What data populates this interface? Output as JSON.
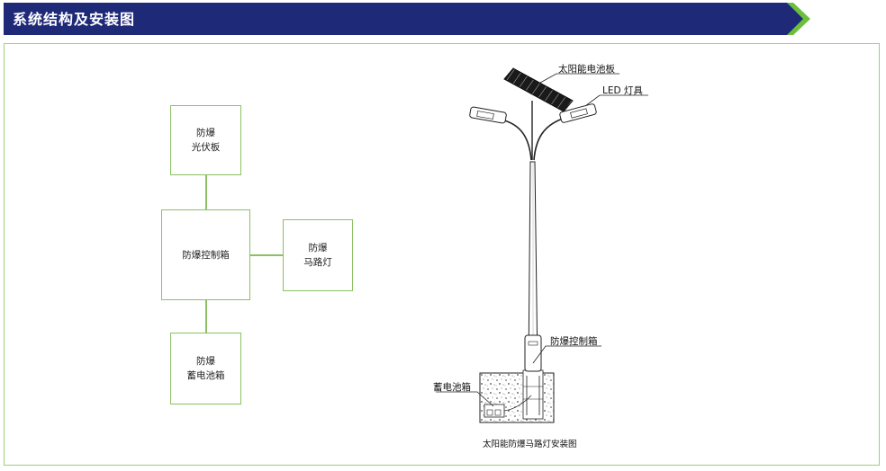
{
  "header": {
    "title": "系统结构及安装图",
    "colors": {
      "banner": "#1e2a78",
      "arrow": "#6cbf3a",
      "border": "#9fcf7a"
    }
  },
  "diagram": {
    "panel": {
      "line1": "防爆",
      "line2": "光伏板"
    },
    "controller": {
      "label": "防爆控制箱"
    },
    "lamp": {
      "line1": "防爆",
      "line2": "马路灯"
    },
    "battery": {
      "line1": "防爆",
      "line2": "蓄电池箱"
    }
  },
  "install": {
    "labels": {
      "solar_panel": "太阳能电池板",
      "led_lamp": "LED 灯具",
      "control_box": "防爆控制箱",
      "battery_box": "蓄电池箱"
    },
    "caption": "太阳能防爆马路灯安装图"
  }
}
